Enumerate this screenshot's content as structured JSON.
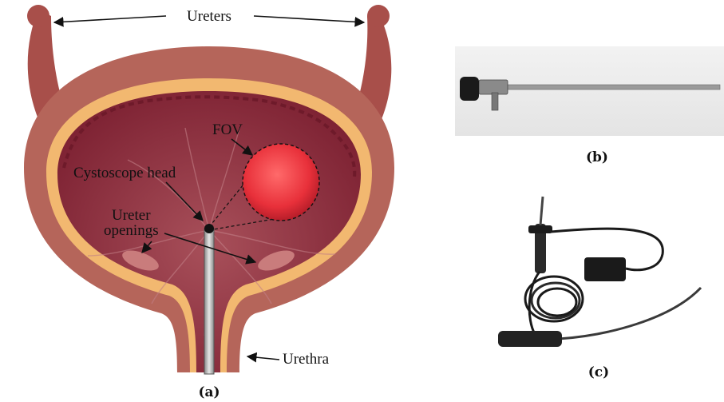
{
  "panel_a": {
    "labels": {
      "ureters": "Ureters",
      "fov": "FOV",
      "cystoscope_head": "Cystoscope head",
      "ureter_openings_line1": "Ureter",
      "ureter_openings_line2": "openings",
      "urethra": "Urethra"
    },
    "caption": "(a)"
  },
  "panel_b": {
    "caption": "(b)"
  },
  "panel_c": {
    "caption": "(c)"
  },
  "colors": {
    "outer_wall": "#b5655a",
    "tube": "#a84f4a",
    "mucosa_band": "#f2b870",
    "lumen": "#8e2a3a",
    "lumen_dark": "#7a1f2f",
    "fov": "#e8303a",
    "scope_shaft": "#c8c8c8"
  }
}
